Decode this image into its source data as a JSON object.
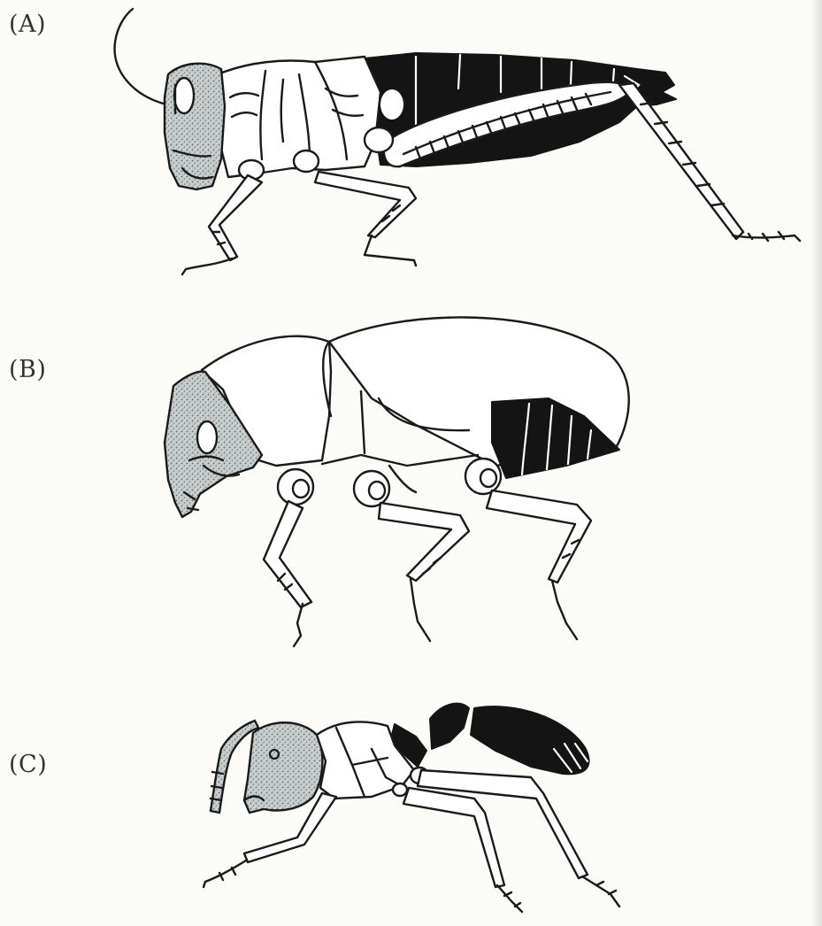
{
  "figure": {
    "panels": [
      {
        "label": "(A)"
      },
      {
        "label": "(B)"
      },
      {
        "label": "(C)"
      }
    ]
  }
}
